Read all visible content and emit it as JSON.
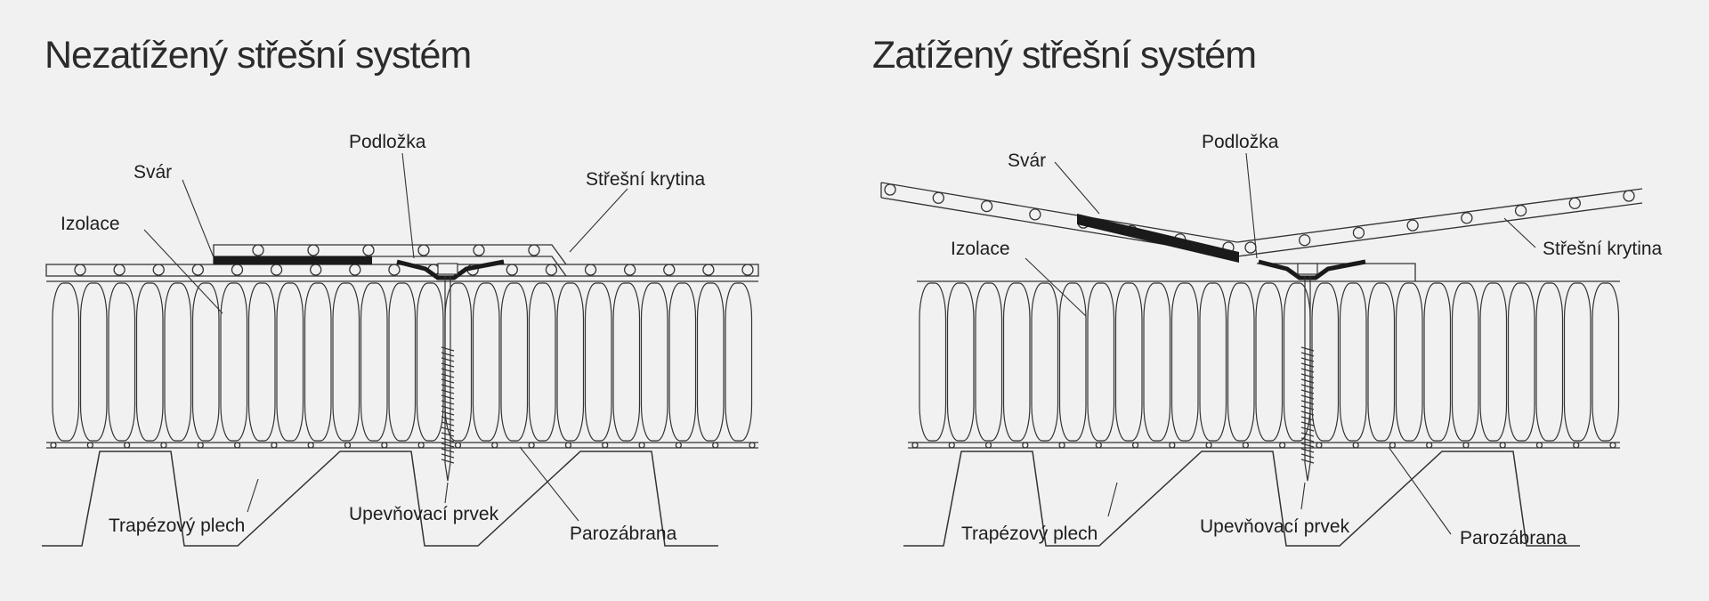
{
  "left": {
    "title": "Nezatížený střešní systém",
    "labels": {
      "weld": "Svár",
      "washer": "Podložka",
      "roofing": "Střešní krytina",
      "insulation": "Izolace",
      "deck": "Trapézový plech",
      "fastener": "Upevňovací prvek",
      "vapor": "Parozábrana"
    }
  },
  "right": {
    "title": "Zatížený střešní systém",
    "labels": {
      "weld": "Svár",
      "washer": "Podložka",
      "roofing": "Střešní krytina",
      "insulation": "Izolace",
      "deck": "Trapézový plech",
      "fastener": "Upevňovací prvek",
      "vapor": "Parozábrana"
    }
  }
}
